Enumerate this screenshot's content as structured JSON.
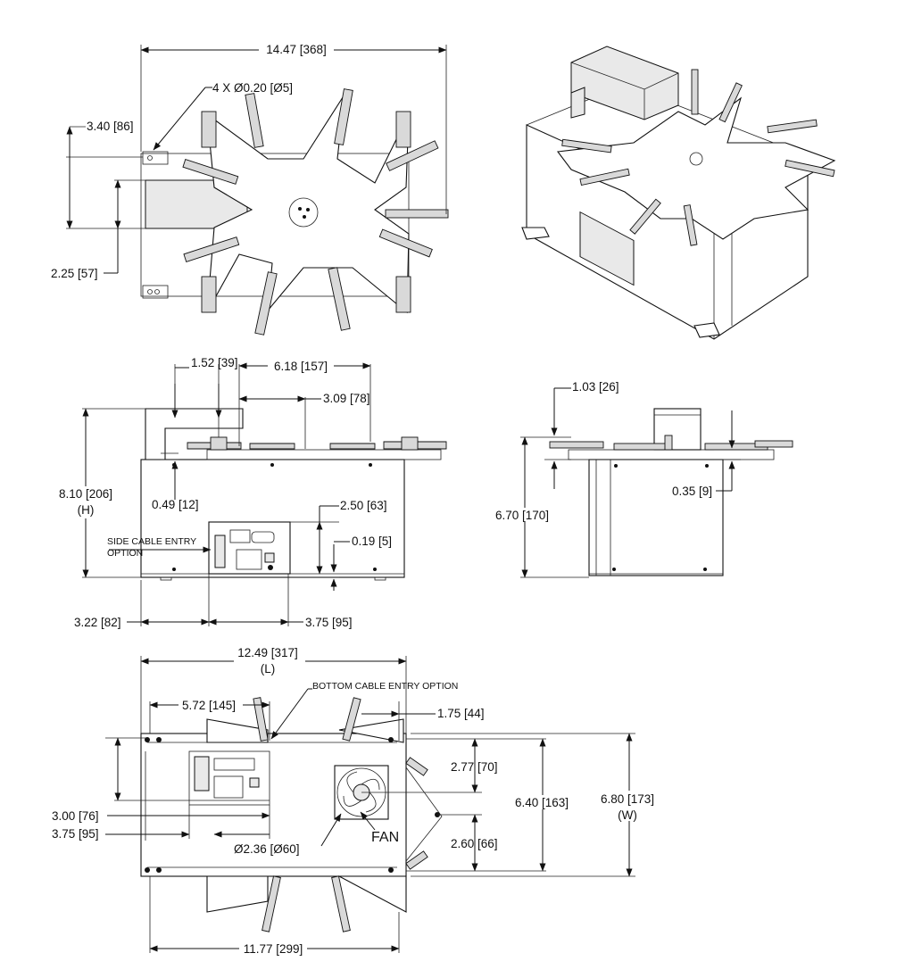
{
  "top_view": {
    "overall_width": "14.47 [368]",
    "holes": "4 X Ø0.20 [Ø5]",
    "offset_a": "3.40 [86]",
    "offset_b": "2.25 [57]"
  },
  "front_view": {
    "dim_1_52": "1.52 [39]",
    "dim_6_18": "6.18 [157]",
    "dim_3_09": "3.09 [78]",
    "height": "8.10 [206]",
    "height_tag": "(H)",
    "dim_0_49": "0.49 [12]",
    "dim_2_50": "2.50 [63]",
    "dim_0_19": "0.19 [5]",
    "side_cable_line1": "SIDE CABLE ENTRY",
    "side_cable_line2": "OPTION",
    "dim_3_22": "3.22 [82]",
    "dim_3_75": "3.75 [95]"
  },
  "side_view": {
    "dim_1_03": "1.03 [26]",
    "dim_6_70": "6.70 [170]",
    "dim_0_35": "0.35 [9]"
  },
  "bottom_view": {
    "length": "12.49 [317]",
    "length_tag": "(L)",
    "bottom_cable": "BOTTOM CABLE ENTRY OPTION",
    "dim_5_72": "5.72 [145]",
    "dim_1_75": "1.75 [44]",
    "dim_2_77": "2.77 [70]",
    "dim_6_40": "6.40 [163]",
    "width": "6.80 [173]",
    "width_tag": "(W)",
    "dim_3_00": "3.00 [76]",
    "dim_3_75": "3.75 [95]",
    "dim_2_60": "2.60 [66]",
    "fan_dia": "Ø2.36 [Ø60]",
    "fan_label": "FAN",
    "dim_11_77": "11.77 [299]"
  }
}
